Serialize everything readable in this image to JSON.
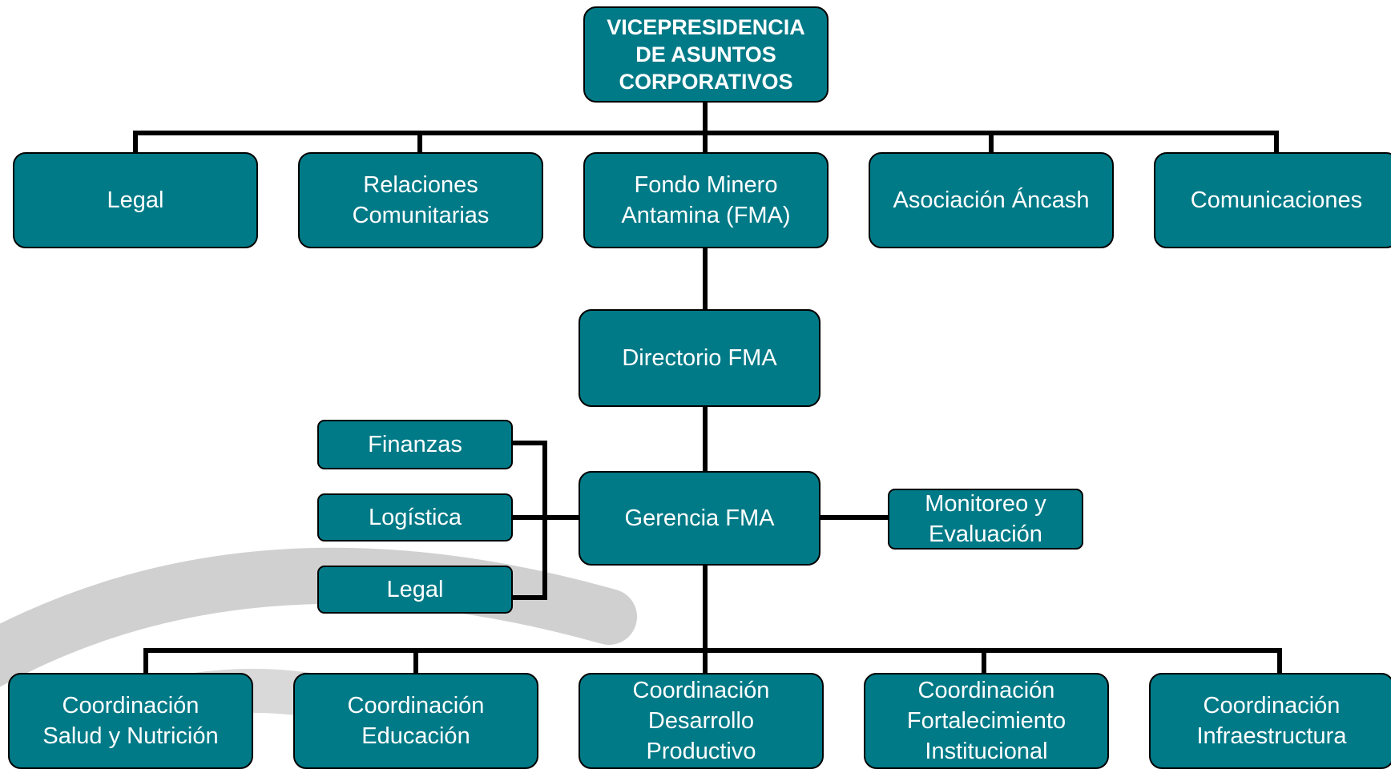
{
  "org_chart": {
    "top": "VICEPRESIDENCIA\nDE ASUNTOS\nCORPORATIVOS",
    "areas": [
      "Legal",
      "Relaciones\nComunitarias",
      "Fondo Minero\nAntamina (FMA)",
      "Asociación Áncash",
      "Comunicaciones"
    ],
    "directorio": "Directorio FMA",
    "gerencia": "Gerencia FMA",
    "support_left": [
      "Finanzas",
      "Logística",
      "Legal"
    ],
    "support_right": "Monitoreo y\nEvaluación",
    "coordinaciones": [
      "Coordinación\nSalud y Nutrición",
      "Coordinación\nEducación",
      "Coordinación\nDesarrollo\nProductivo",
      "Coordinación\nFortalecimiento\nInstitucional",
      "Coordinación\nInfraestructura"
    ]
  },
  "colors": {
    "box_fill": "#007a87",
    "box_border": "#000000",
    "connector": "#000000",
    "text": "#ffffff",
    "decor_arc": "#cfcfcf"
  }
}
